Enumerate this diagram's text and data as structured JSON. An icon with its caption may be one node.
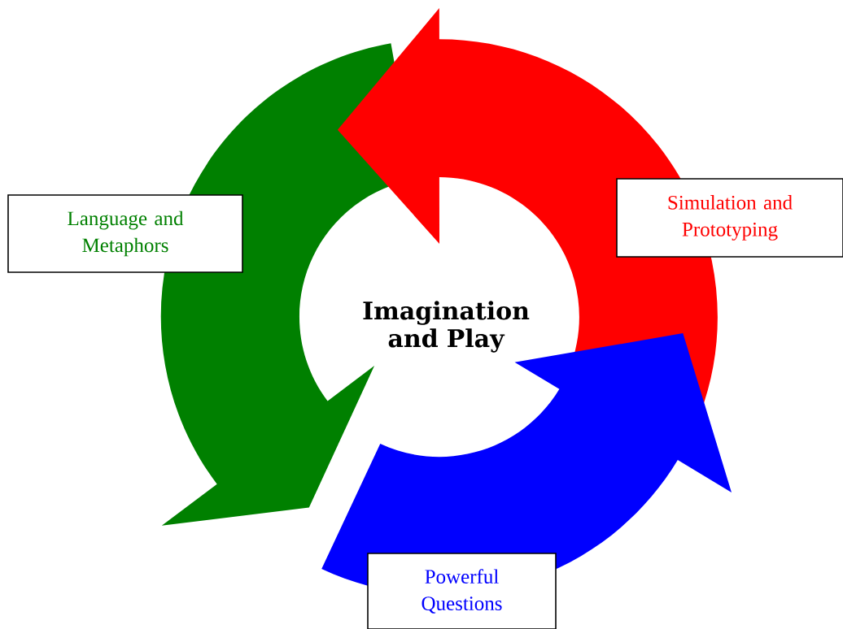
{
  "diagram": {
    "nodes": [
      {
        "text": [
          "Language and Metaphors"
        ]
      },
      {
        "text": [
          "Simulation and Prototyping"
        ]
      },
      {
        "text": [
          "Powerful Questions"
        ]
      }
    ],
    "edges": [
      {
        "from": 0,
        "to": 2,
        "arrow": "to",
        "color": "#008000"
      },
      {
        "from": 1,
        "to": 0,
        "arrow": "to",
        "color": "#ff0000"
      },
      {
        "from": 2,
        "to": 1,
        "arrow": "to",
        "color": "#0000ff"
      }
    ],
    "labels": [
      "Imagination and Play"
    ]
  }
}
